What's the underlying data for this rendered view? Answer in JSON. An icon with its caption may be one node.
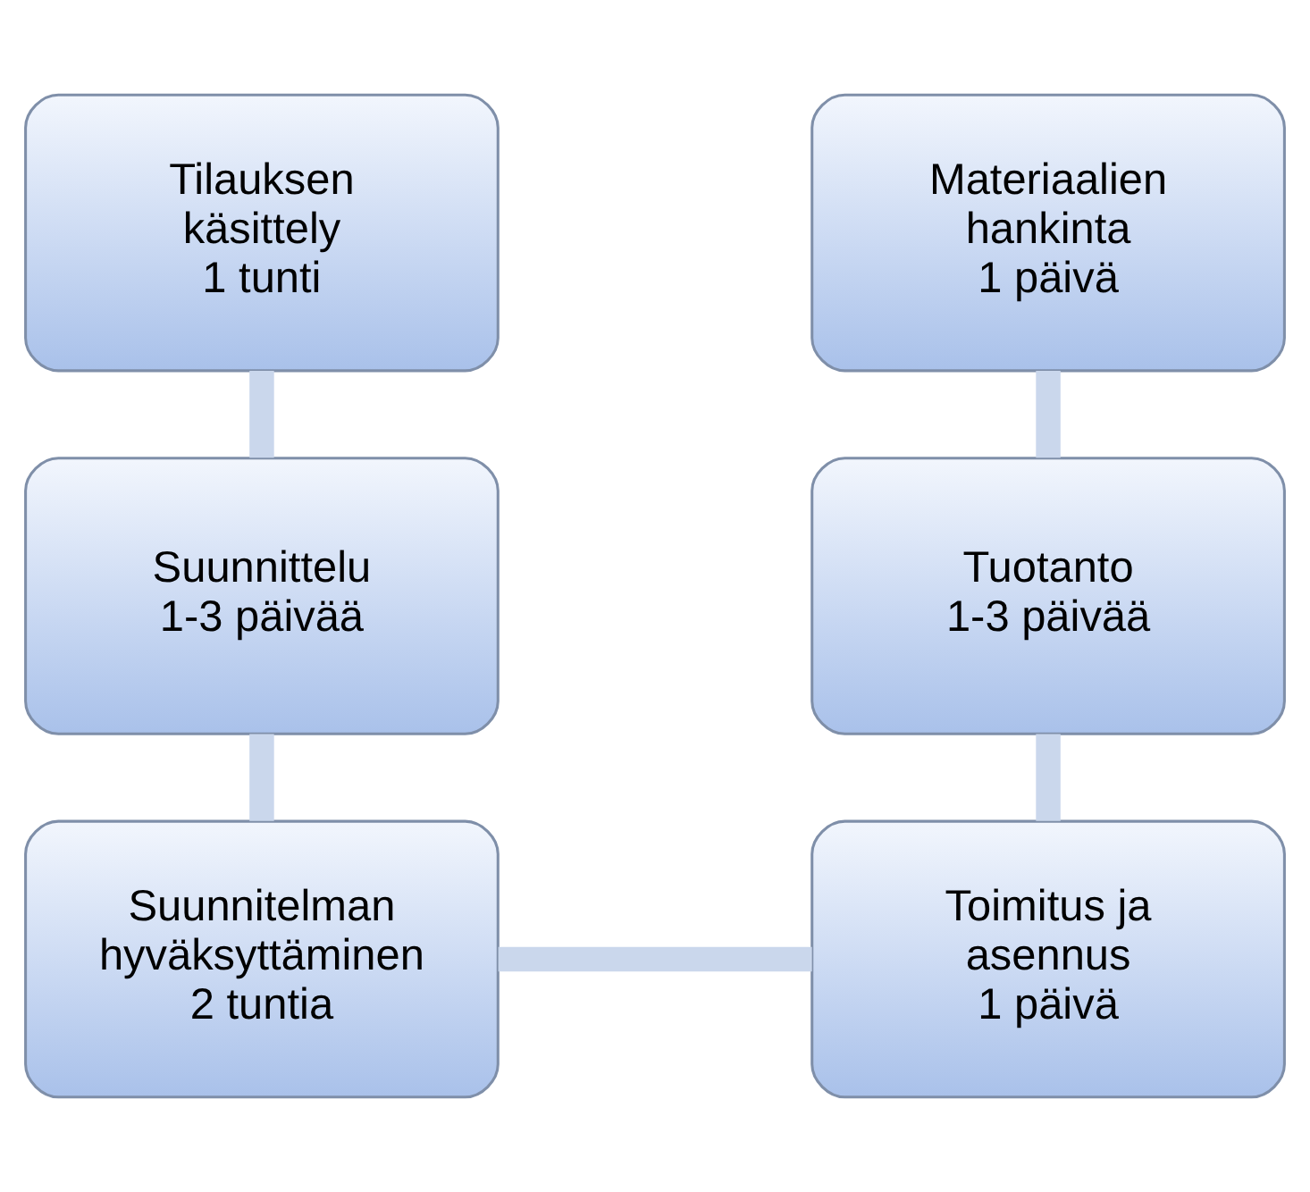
{
  "diagram": {
    "nodes": [
      {
        "text": [
          "Tilauksen käsittely",
          "1 tunti"
        ]
      },
      {
        "text": [
          "Suunnittelu",
          "1-3 päivää"
        ]
      },
      {
        "text": [
          "Suunnitelman hyväksyttäminen",
          "2 tuntia"
        ]
      },
      {
        "text": [
          "Materiaalien hankinta",
          "1 päivä"
        ]
      },
      {
        "text": [
          "Tuotanto",
          "1-3 päivää"
        ]
      },
      {
        "text": [
          "Toimitus ja asennus",
          "1 päivä"
        ]
      }
    ],
    "edges": [
      {
        "from": 0,
        "to": 1,
        "arrow": "none"
      },
      {
        "from": 1,
        "to": 2,
        "arrow": "none"
      },
      {
        "from": 2,
        "to": 5,
        "arrow": "none"
      },
      {
        "from": 3,
        "to": 4,
        "arrow": "none"
      },
      {
        "from": 4,
        "to": 5,
        "arrow": "none"
      }
    ]
  }
}
